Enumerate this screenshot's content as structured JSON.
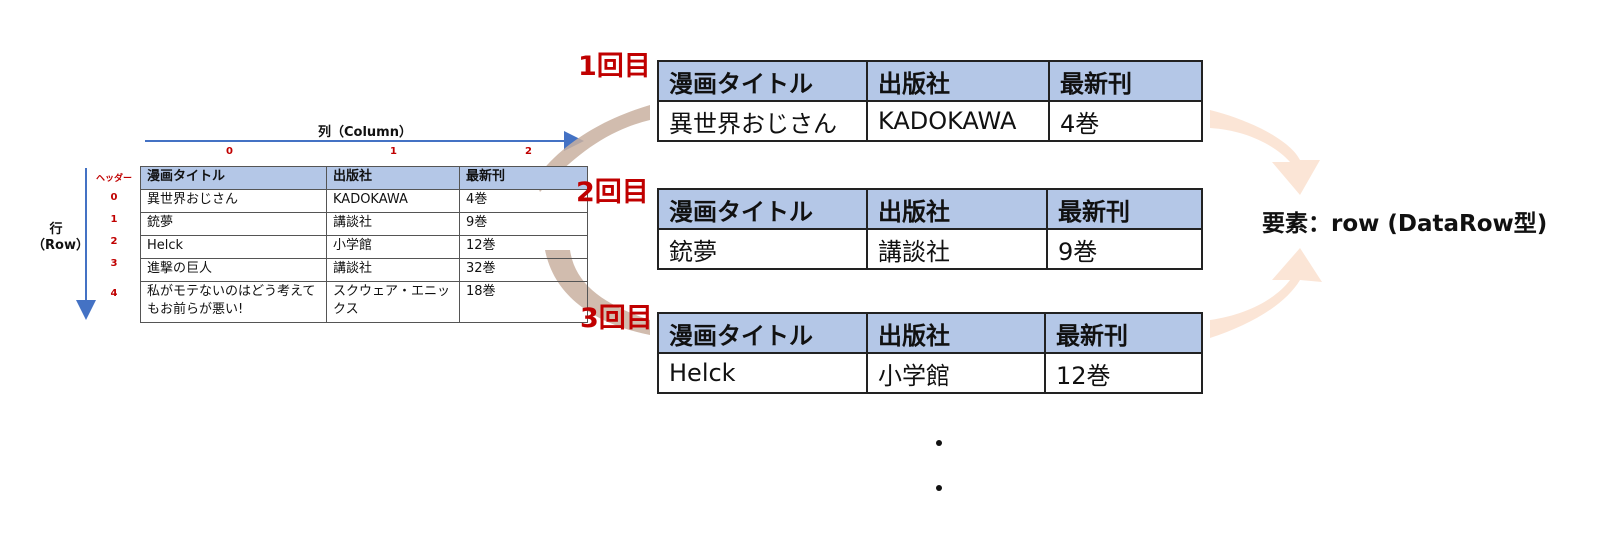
{
  "source_table": {
    "column_axis_label": "列（Column）",
    "row_axis_label_line1": "行",
    "row_axis_label_line2": "（Row）",
    "header_index_label": "ヘッダー",
    "column_indices": [
      "0",
      "1",
      "2"
    ],
    "row_indices": [
      "0",
      "1",
      "2",
      "3",
      "4"
    ],
    "headers": [
      "漫画タイトル",
      "出版社",
      "最新刊"
    ],
    "rows": [
      [
        "異世界おじさん",
        "KADOKAWA",
        "4巻"
      ],
      [
        "銃夢",
        "講談社",
        "9巻"
      ],
      [
        "Helck",
        "小学館",
        "12巻"
      ],
      [
        "進撃の巨人",
        "講談社",
        "32巻"
      ],
      [
        "私がモテないのはどう考えてもお前らが悪い!",
        "スクウェア・エニックス",
        "18巻"
      ]
    ]
  },
  "iterations": [
    {
      "label": "1回目",
      "headers": [
        "漫画タイトル",
        "出版社",
        "最新刊"
      ],
      "row": [
        "異世界おじさん",
        "KADOKAWA",
        "4巻"
      ]
    },
    {
      "label": "2回目",
      "headers": [
        "漫画タイトル",
        "出版社",
        "最新刊"
      ],
      "row": [
        "銃夢",
        "講談社",
        "9巻"
      ]
    },
    {
      "label": "3回目",
      "headers": [
        "漫画タイトル",
        "出版社",
        "最新刊"
      ],
      "row": [
        "Helck",
        "小学館",
        "12巻"
      ]
    }
  ],
  "element_label": "要素：row (DataRow型)",
  "colors": {
    "header_fill": "#b4c7e7",
    "index_red": "#c00000",
    "axis_blue": "#4472c4",
    "curve_arrow": "#c9b0a0",
    "light_arrow": "#fbe5d6"
  }
}
